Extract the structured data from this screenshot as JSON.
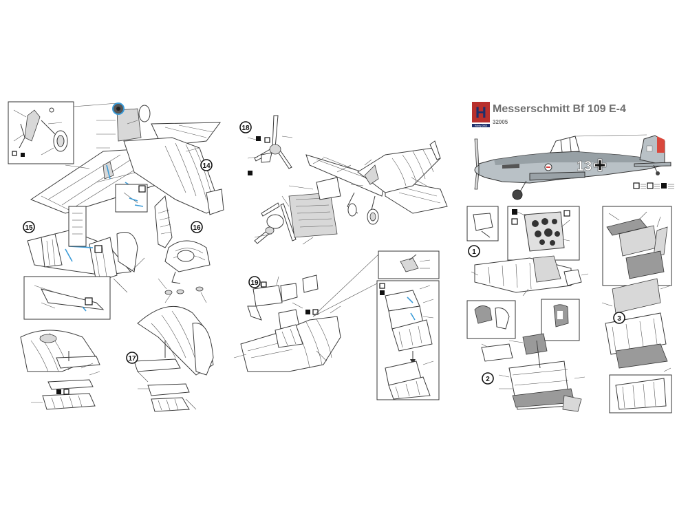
{
  "title": "Messerschmitt Bf 109 E-4",
  "product_code": "32005",
  "brand": {
    "letter": "H",
    "name": "Hobby 2000",
    "colors": {
      "primary": "#b8302d",
      "accent": "#1d2f6b"
    }
  },
  "title_color": "#6f6f6f",
  "aircraft_number": "13",
  "steps": [
    "14",
    "15",
    "16",
    "17",
    "18",
    "19",
    "1",
    "2",
    "3"
  ],
  "colors": {
    "highlight": "#3a9bd8",
    "line": "#3a3a3a",
    "rudder_red": "#d9483c",
    "camo_grey": "#b9c1c6"
  }
}
